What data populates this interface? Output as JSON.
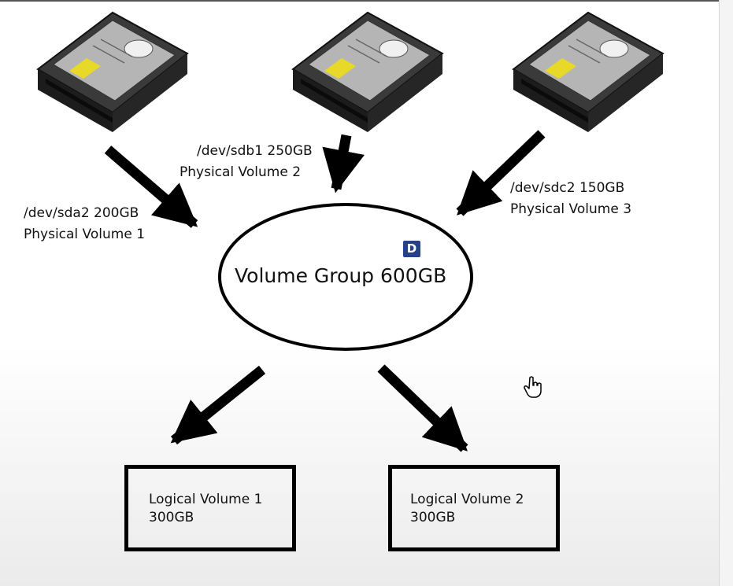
{
  "disks": [
    {
      "id": "disk-1"
    },
    {
      "id": "disk-2"
    },
    {
      "id": "disk-3"
    }
  ],
  "physical_volumes": [
    {
      "device": "/dev/sda2 200GB",
      "name": "Physical Volume 1"
    },
    {
      "device": "/dev/sdb1 250GB",
      "name": "Physical Volume 2"
    },
    {
      "device": "/dev/sdc2 150GB",
      "name": "Physical Volume 3"
    }
  ],
  "volume_group": {
    "label": "Volume Group 600GB"
  },
  "logical_volumes": [
    {
      "name": "Logical Volume 1",
      "size": "300GB"
    },
    {
      "name": "Logical Volume 2",
      "size": "300GB"
    }
  ],
  "overlay": {
    "badge": "D",
    "cursor_icon": "hand-pointer-icon"
  },
  "colors": {
    "badge_bg": "#26408a",
    "stroke": "#000000"
  }
}
